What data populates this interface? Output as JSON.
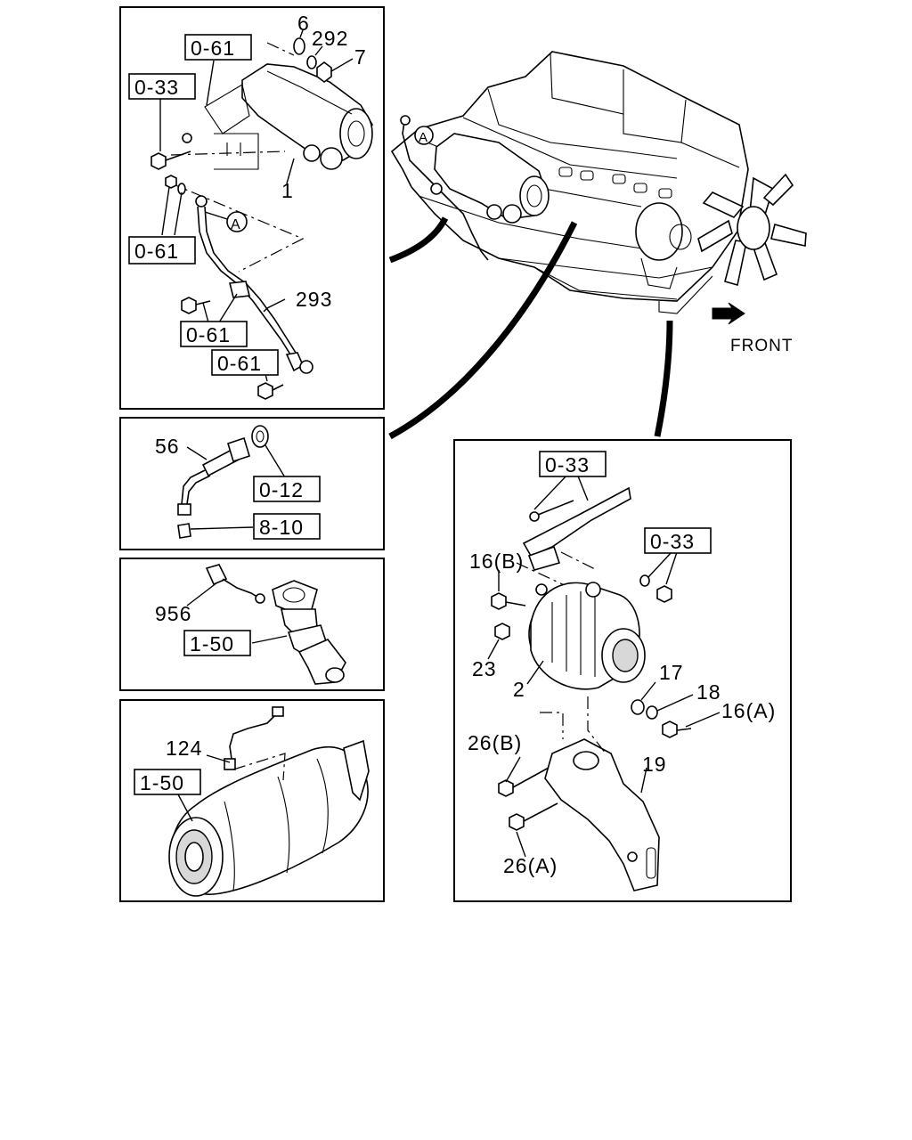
{
  "panels": {
    "starter": {
      "part_numbers": [
        "6",
        "292",
        "7",
        "1",
        "293"
      ],
      "refs": [
        "0-61",
        "0-33",
        "0-61",
        "0-61",
        "0-61"
      ],
      "callout": "A"
    },
    "sensor": {
      "part_numbers": [
        "56"
      ],
      "refs": [
        "0-12",
        "8-10"
      ]
    },
    "exhaust_sensor": {
      "part_numbers": [
        "956"
      ],
      "refs": [
        "1-50"
      ]
    },
    "muffler": {
      "part_numbers": [
        "124"
      ],
      "refs": [
        "1-50"
      ]
    },
    "alternator": {
      "part_numbers": [
        "16(B)",
        "23",
        "2",
        "17",
        "18",
        "16(A)",
        "26(B)",
        "19",
        "26(A)"
      ],
      "refs": [
        "0-33",
        "0-33"
      ]
    }
  },
  "engine": {
    "callout": "A",
    "direction_label": "FRONT"
  }
}
